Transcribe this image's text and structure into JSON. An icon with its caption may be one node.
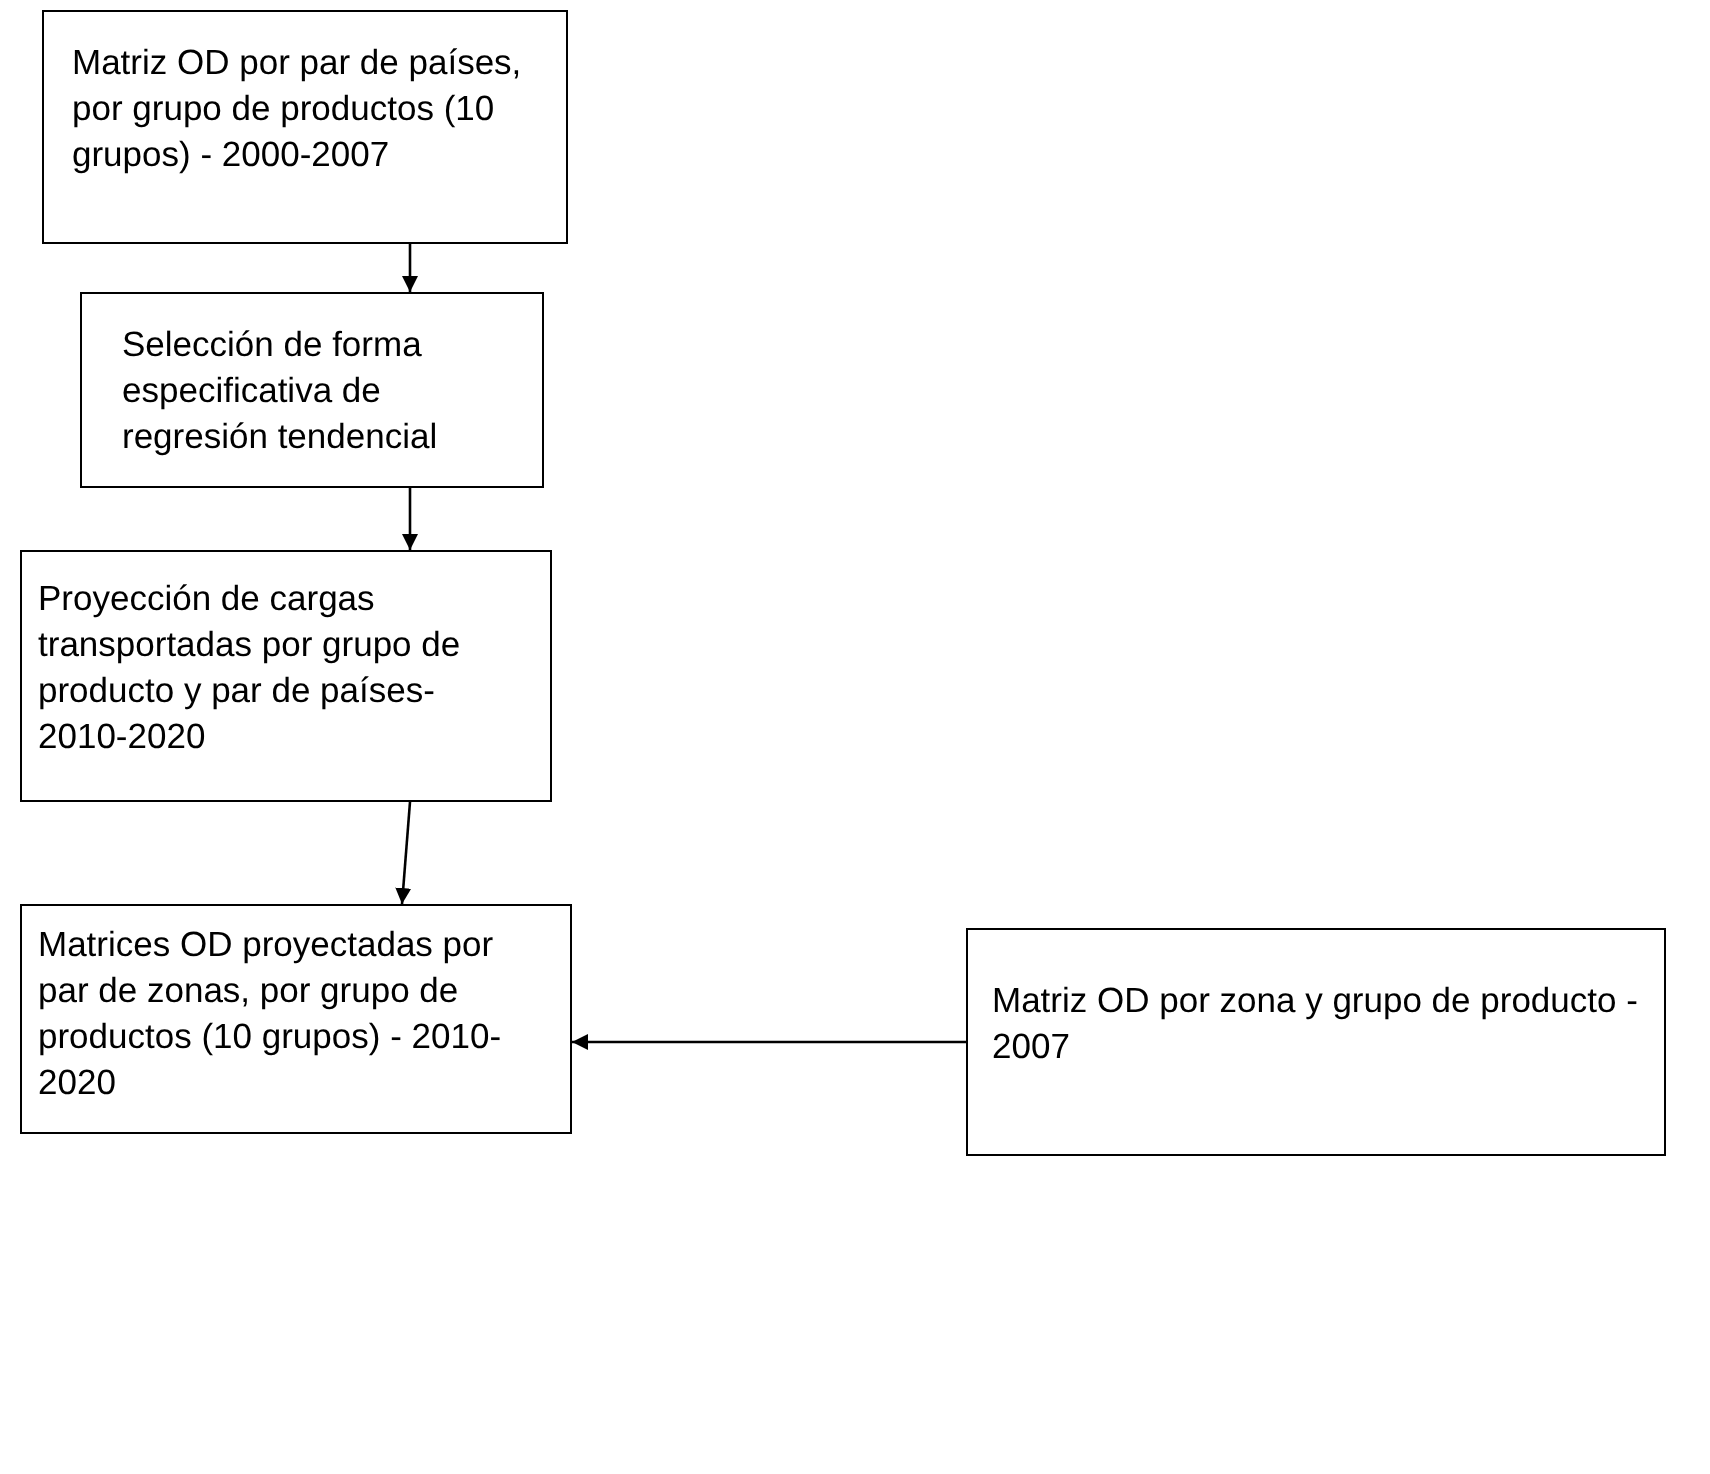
{
  "diagram": {
    "nodes": [
      {
        "text": [
          "Matriz OD por par de países, por grupo de productos (10 grupos) - 2000-2007"
        ]
      },
      {
        "text": [
          "Selección de forma especificativa de regresión tendencial"
        ]
      },
      {
        "text": [
          "Proyección de cargas transportadas por grupo de producto y par de países- 2010-2020"
        ]
      },
      {
        "text": [
          "Matrices OD proyectadas por par de zonas, por grupo de productos (10 grupos) - 2010-2020"
        ]
      },
      {
        "text": [
          "Matriz OD por zona y grupo de producto - 2007"
        ]
      }
    ],
    "edges": [
      {
        "from": 0,
        "to": 1,
        "arrow": "to"
      },
      {
        "from": 1,
        "to": 2,
        "arrow": "to"
      },
      {
        "from": 2,
        "to": 3,
        "arrow": "to"
      },
      {
        "from": 4,
        "to": 3,
        "arrow": "to"
      }
    ]
  }
}
